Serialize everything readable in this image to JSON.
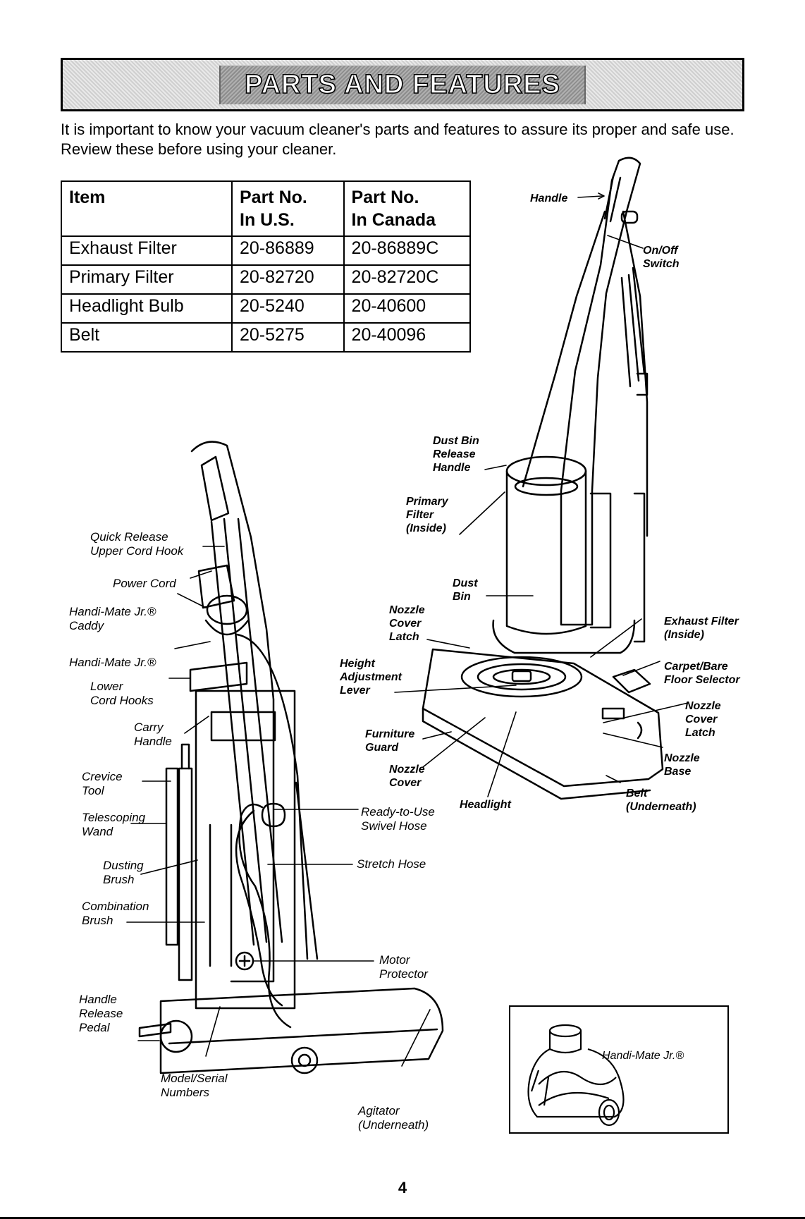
{
  "banner_title": "PARTS AND FEATURES",
  "intro": "It is important to know your vacuum cleaner's parts and features to assure its proper and safe use. Review these before using your cleaner.",
  "table": {
    "headers": [
      "Item",
      "Part No.\nIn U.S.",
      "Part No.\nIn Canada"
    ],
    "rows": [
      [
        "Exhaust Filter",
        "20-86889",
        "20-86889C"
      ],
      [
        "Primary Filter",
        "20-82720",
        "20-82720C"
      ],
      [
        "Headlight Bulb",
        "20-5240",
        "20-40600"
      ],
      [
        "Belt",
        "20-5275",
        "20-40096"
      ]
    ]
  },
  "labels": {
    "handle": "Handle",
    "on_off_switch": "On/Off\nSwitch",
    "dust_bin_release_handle": "Dust Bin\nRelease\nHandle",
    "primary_filter": "Primary\nFilter\n(Inside)",
    "dust_bin": "Dust\nBin",
    "exhaust_filter": "Exhaust Filter\n(Inside)",
    "carpet_bare_floor_selector": "Carpet/Bare\nFloor Selector",
    "nozzle_cover_latch_left": "Nozzle\nCover\nLatch",
    "nozzle_cover_latch_right": "Nozzle\nCover\nLatch",
    "height_adjustment_lever": "Height\nAdjustment\nLever",
    "nozzle_base": "Nozzle\nBase",
    "furniture_guard": "Furniture\nGuard",
    "nozzle_cover": "Nozzle\nCover",
    "headlight": "Headlight",
    "belt": "Belt\n(Underneath)",
    "quick_release_upper_cord_hook": "Quick Release\nUpper Cord Hook",
    "power_cord": "Power Cord",
    "handi_mate_caddy": "Handi-Mate Jr.®\nCaddy",
    "handi_mate": "Handi-Mate Jr.®",
    "lower_cord_hooks": "Lower\nCord Hooks",
    "carry_handle": "Carry\nHandle",
    "crevice_tool": "Crevice\nTool",
    "telescoping_wand": "Telescoping\nWand",
    "ready_to_use_swivel_hose": "Ready-to-Use\nSwivel Hose",
    "dusting_brush": "Dusting\nBrush",
    "stretch_hose": "Stretch Hose",
    "combination_brush": "Combination\nBrush",
    "motor_protector": "Motor\nProtector",
    "handle_release_pedal": "Handle\nRelease\nPedal",
    "model_serial_numbers": "Model/Serial\nNumbers",
    "agitator": "Agitator\n(Underneath)",
    "inset_handi_mate": "Handi-Mate Jr.®"
  },
  "page_number": "4"
}
